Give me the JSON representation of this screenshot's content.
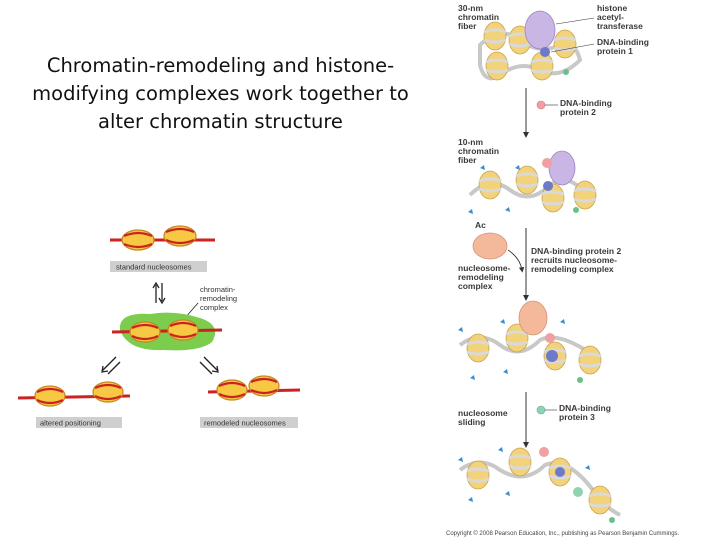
{
  "slide": {
    "title": "Chromatin-remodeling and histone-modifying complexes work together to alter chromatin structure"
  },
  "left_figure": {
    "standard": "standard nucleosomes",
    "complex_line1": "chromatin-",
    "complex_line2": "remodeling",
    "complex_line3": "complex",
    "altered": "altered positioning",
    "remodeled": "remodeled nucleosomes"
  },
  "right_figure": {
    "fiber30_l1": "30-nm",
    "fiber30_l2": "chromatin",
    "fiber30_l3": "fiber",
    "hat_l1": "histone",
    "hat_l2": "acetyl-",
    "hat_l3": "transferase",
    "dbp1_l1": "DNA-binding",
    "dbp1_l2": "protein 1",
    "dbp2_l1": "DNA-binding",
    "dbp2_l2": "protein 2",
    "fiber10_l1": "10-nm",
    "fiber10_l2": "chromatin",
    "fiber10_l3": "fiber",
    "ac": "Ac",
    "recruit_l1": "DNA-binding protein 2",
    "recruit_l2": "recruits nucleosome-",
    "recruit_l3": "remodeling complex",
    "nrc_l1": "nucleosome-",
    "nrc_l2": "remodeling",
    "nrc_l3": "complex",
    "slide_l1": "nucleosome",
    "slide_l2": "sliding",
    "dbp3_l1": "DNA-binding",
    "dbp3_l2": "protein 3",
    "copyright": "Copyright © 2008 Pearson Education, Inc., publishing as Pearson Benjamin Cummings."
  },
  "colors": {
    "nucleosome": "#f2d27a",
    "hat": "#c9b6e4",
    "remodeler": "#f4b89a",
    "dbp_blue": "#6d79c9",
    "dbp_green": "#66c28a",
    "dbp_pink": "#f0a0a0",
    "acetyl_tag": "#3a8fd1",
    "left_remodel_green": "#7ccc4e"
  }
}
